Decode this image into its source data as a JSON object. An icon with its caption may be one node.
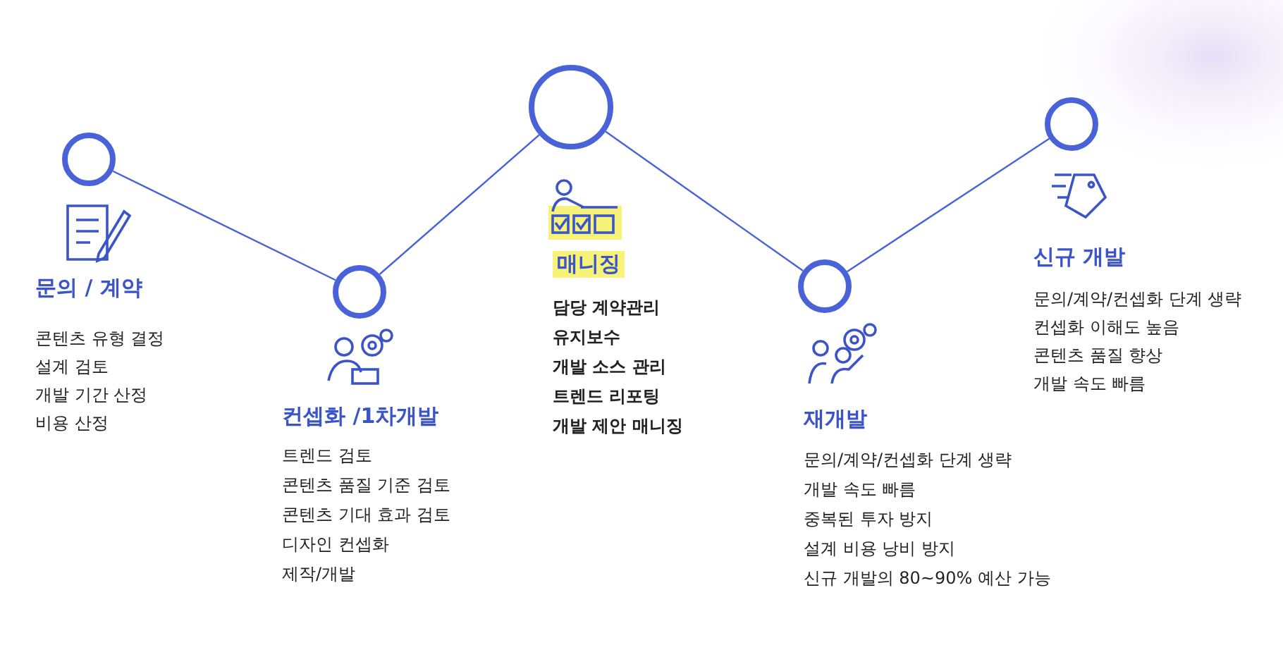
{
  "diagram": {
    "nodes": [
      {
        "text": [],
        "shape": "circle",
        "beside": [
          "문의 / 계약",
          "콘텐츠 유형 결정",
          "설계 검토",
          "개발 기간 산정",
          "비용 산정"
        ]
      },
      {
        "text": [],
        "shape": "circle",
        "beside": [
          "컨셉화 /1차개발",
          "트렌드 검토",
          "콘텐츠 품질 기준 검토",
          "콘텐츠 기대 효과 검토",
          "디자인 컨셉화",
          "제작/개발"
        ]
      },
      {
        "text": [],
        "shape": "circle",
        "beside": [
          "매니징",
          "담당 계약관리",
          "유지보수",
          "개발 소스 관리",
          "트렌드 리포팅",
          "개발 제안 매니징"
        ]
      },
      {
        "text": [],
        "shape": "circle",
        "beside": [
          "재개발",
          "문의/계약/컨셉화 단계 생략",
          "개발 속도 빠름",
          "중복된 투자 방지",
          "설계 비용 낭비 방지",
          "신규 개발의 80~90% 예산 가능"
        ]
      },
      {
        "text": [],
        "shape": "circle",
        "beside": [
          "신규 개발",
          "문의/계약/컨셉화 단계 생략",
          "컨셉화 이해도 높음",
          "콘텐츠 품질 향상",
          "개발 속도 빠름"
        ]
      }
    ],
    "edges": [
      {
        "from": 0,
        "to": 1,
        "arrow": "none"
      },
      {
        "from": 1,
        "to": 2,
        "arrow": "none"
      },
      {
        "from": 2,
        "to": 3,
        "arrow": "none"
      },
      {
        "from": 3,
        "to": 4,
        "arrow": "none"
      }
    ]
  }
}
